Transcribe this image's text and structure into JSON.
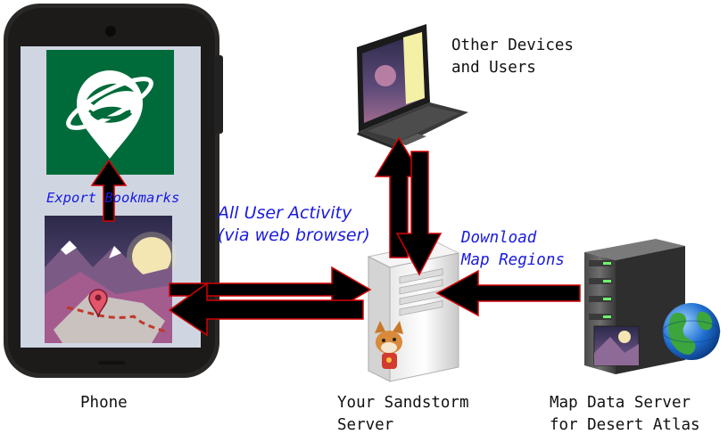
{
  "labels": {
    "phone": "Phone",
    "sandstorm_line1": "Your Sandstorm",
    "sandstorm_line2": "Server",
    "mapserver_line1": "Map Data Server",
    "mapserver_line2": "for Desert Atlas",
    "devices_line1": "Other Devices",
    "devices_line2": "and Users"
  },
  "arrows": {
    "export": "Export Bookmarks",
    "activity_line1": "All User Activity",
    "activity_line2": "(via web browser)",
    "download_line1": "Download",
    "download_line2": "Map Regions"
  },
  "colors": {
    "arrow_fill": "#000000",
    "arrow_outline": "#d40000",
    "caption_blue": "#1a1adf",
    "logo_green": "#006b3a"
  },
  "icons": {
    "phone": "smartphone-icon",
    "laptop": "laptop-icon",
    "server": "server-tower-icon",
    "rack": "rack-server-icon",
    "globe": "globe-icon",
    "logo": "desert-atlas-logo-icon"
  }
}
